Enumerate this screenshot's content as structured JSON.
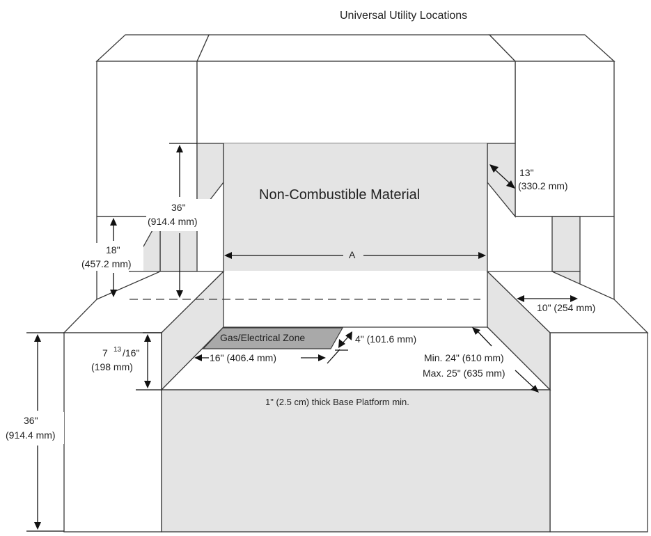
{
  "title": "Universal Utility Locations",
  "center_label": "Non-Combustible Material",
  "zone_label": "Gas/Electrical Zone",
  "base_label": "1\" (2.5 cm) thick Base Platform min.",
  "dimensions": {
    "a": "A",
    "upper_36_in": "36\"",
    "upper_36_mm": "(914.4 mm)",
    "side_18_in": "18\"",
    "side_18_mm": "(457.2 mm)",
    "d13_in": "13\"",
    "d13_mm": "(330.2 mm)",
    "d10": "10\" (254 mm)",
    "d4": "4\" (101.6 mm)",
    "d16": "16\" (406.4 mm)",
    "d7_whole": "7",
    "d7_num": "13",
    "d7_den": "/16\"",
    "d7_mm": "(198 mm)",
    "min24": "Min. 24\" (610 mm)",
    "max25": "Max. 25\" (635 mm)",
    "lower_36_in": "36\"",
    "lower_36_mm": "(914.4 mm)"
  }
}
